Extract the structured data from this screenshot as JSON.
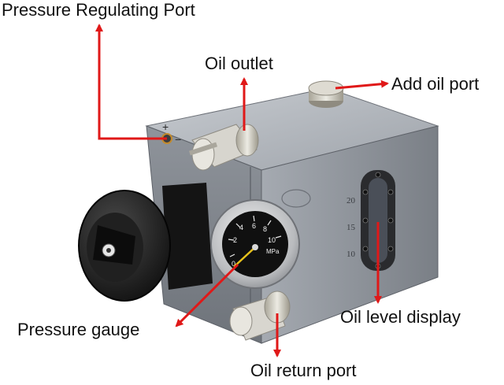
{
  "labels": {
    "pressure_regulating_port": "Pressure Regulating Port",
    "oil_outlet": "Oil outlet",
    "add_oil_port": "Add oil port",
    "oil_level_display": "Oil level display",
    "pressure_gauge": "Pressure gauge",
    "oil_return_port": "Oil return port"
  },
  "gauge": {
    "scale": [
      "0",
      "2",
      "4",
      "6",
      "8",
      "10"
    ],
    "unit": "MPa"
  },
  "sight_glass": {
    "scale": [
      "20",
      "15",
      "10"
    ]
  },
  "panel_marks": [
    "+",
    "−"
  ],
  "colors": {
    "callout": "#e01818",
    "label_text": "#111111",
    "housing": "#8e939a",
    "knob": "#1c1c1c",
    "fitting": "#c9c6bd"
  }
}
